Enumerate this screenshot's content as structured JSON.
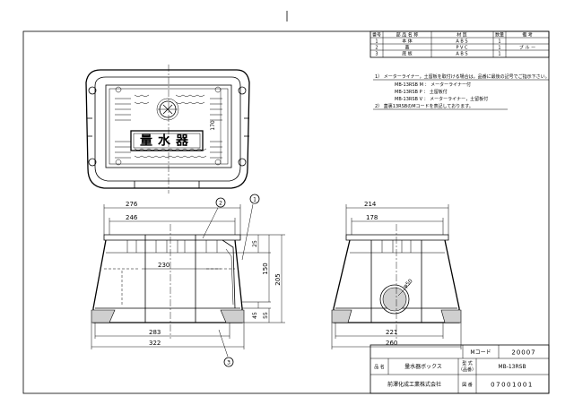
{
  "parts_table": {
    "headers": [
      "番号",
      "部 品 名 称",
      "材 質",
      "数量",
      "備 考"
    ],
    "rows": [
      {
        "no": "1",
        "name": "本 体",
        "material": "A B S",
        "qty": "1",
        "note": ""
      },
      {
        "no": "2",
        "name": "蓋",
        "material": "P V C",
        "qty": "1",
        "note": "ブ ル ー"
      },
      {
        "no": "3",
        "name": "底 板",
        "material": "A B S",
        "qty": "1",
        "note": ""
      }
    ]
  },
  "notes": {
    "line1": "1） メーターライナー，土留板を取付ける場合は，品番に最後の記号でご指示下さい。",
    "line2": "MB-13RSB M ： メーターライナー付",
    "line3": "MB-13RSB P ： 土留板付",
    "line4": "MB-13RSB V ： メーターライナー，土留板付",
    "line5": "2） 蓋裏13RSBのMコードを表記しております。"
  },
  "lid_label": "量水器",
  "dimensions": {
    "d170": "170",
    "d276": "276",
    "d246": "246",
    "d230": "230",
    "d25": "25",
    "d150": "150",
    "d205": "205",
    "d45": "45",
    "d55": "55",
    "d283": "283",
    "d322": "322",
    "d214": "214",
    "d178": "178",
    "d50": "φ50",
    "d221": "221",
    "d260": "260"
  },
  "balloons": {
    "b1": "1",
    "b2": "2",
    "b3": "3"
  },
  "title_block": {
    "mcode_label": "Mコード",
    "mcode_value": "20007",
    "name_label": "品 名",
    "name_value": "量水器ボックス",
    "model_label_1": "型 式",
    "model_label_2": "（品番）",
    "model_value": "MB-13RSB",
    "drawing_no_label": "図 番",
    "company": "前澤化成工業株式会社",
    "drawing_no_value": "07001001"
  }
}
